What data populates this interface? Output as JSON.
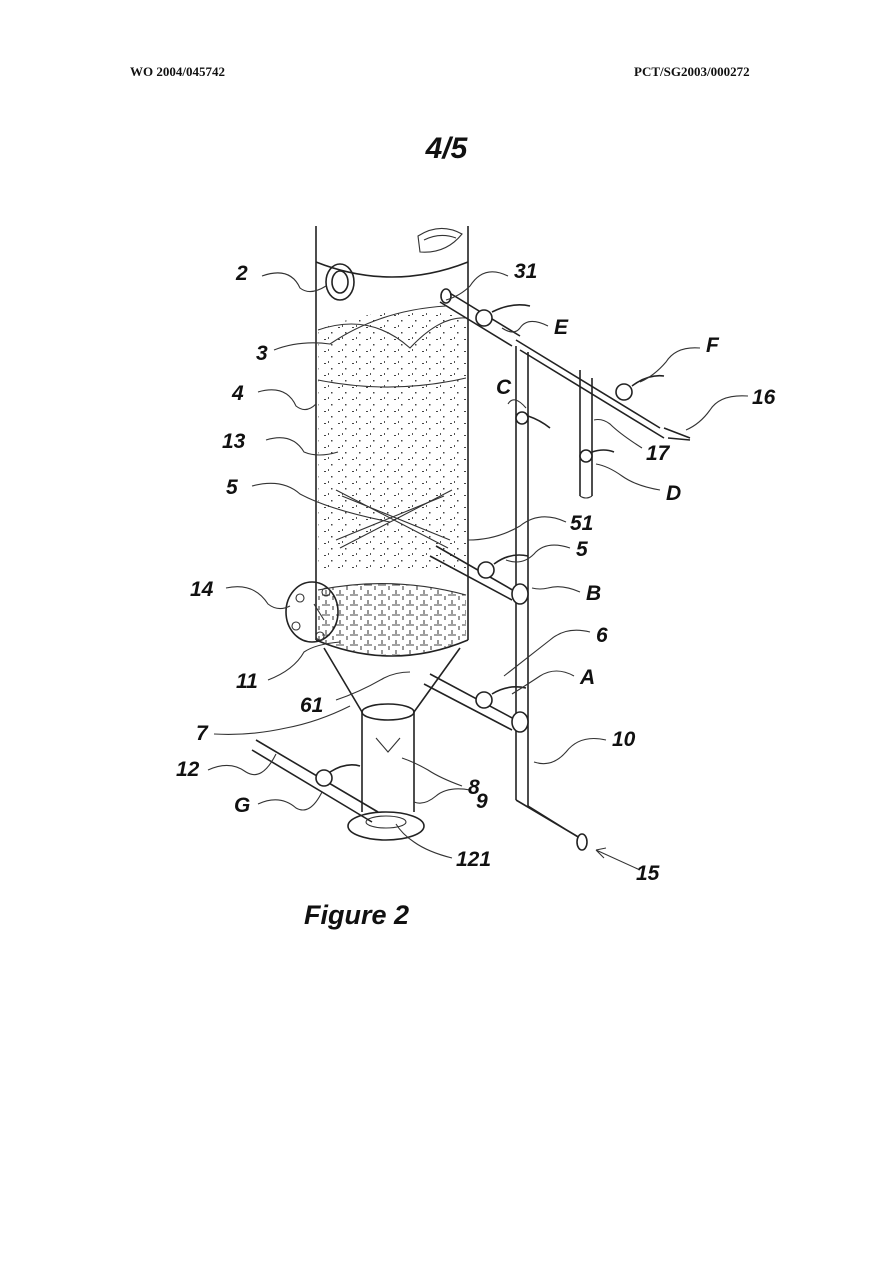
{
  "header": {
    "publication_number": "WO 2004/045742",
    "application_number": "PCT/SG2003/000272"
  },
  "page_number": "4/5",
  "figure": {
    "caption": "Figure 2",
    "labels": {
      "l2": "2",
      "l3": "3",
      "l4": "4",
      "l13": "13",
      "l5a": "5",
      "l14": "14",
      "l11": "11",
      "l61": "61",
      "l7": "7",
      "l12": "12",
      "lG": "G",
      "l31": "31",
      "lE": "E",
      "lF": "F",
      "lC": "C",
      "l16": "16",
      "l17": "17",
      "lD": "D",
      "l51": "51",
      "l5b": "5",
      "lB": "B",
      "l6": "6",
      "lA": "A",
      "l10": "10",
      "l8": "8",
      "l9": "9",
      "l121": "121",
      "l15": "15"
    }
  }
}
